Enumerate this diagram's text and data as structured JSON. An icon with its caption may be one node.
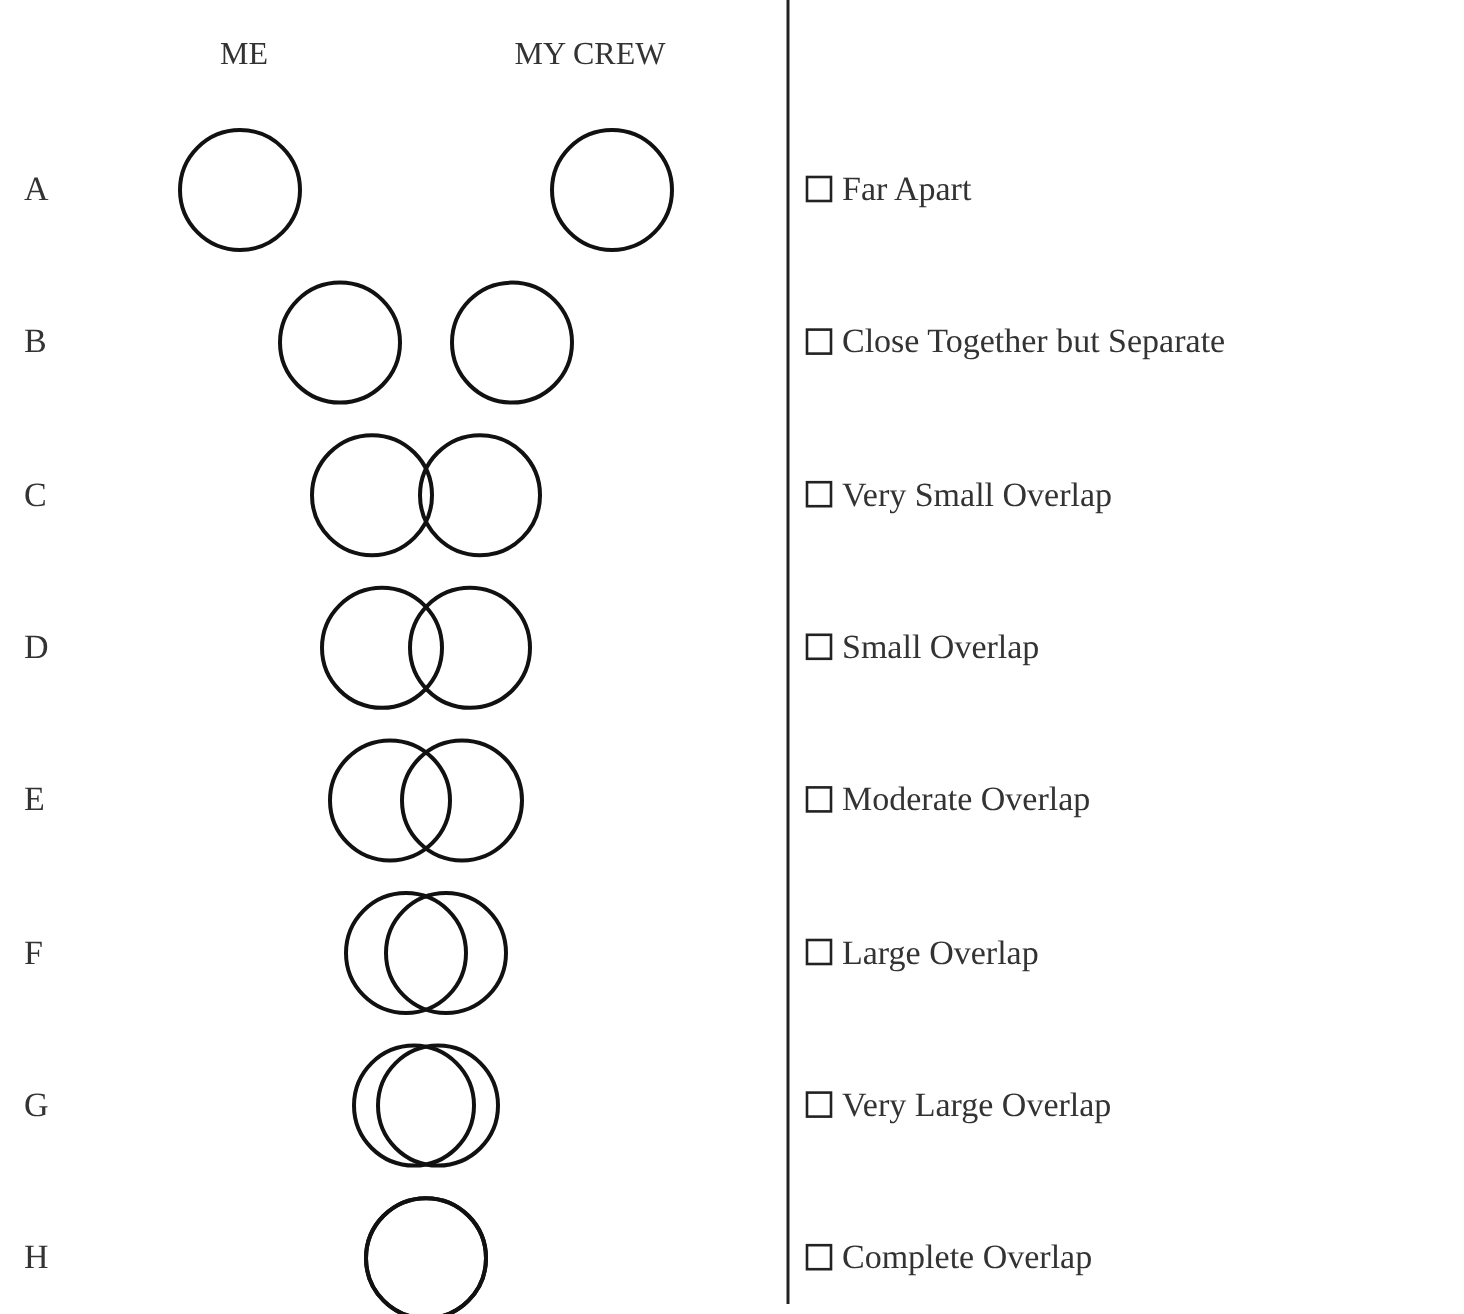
{
  "diagram": {
    "labels": [
      "ME",
      "MY CREW",
      "A",
      "Far Apart",
      "B",
      "Close Together but Separate",
      "C",
      "Very Small Overlap",
      "D",
      "Small Overlap",
      "E",
      "Moderate Overlap",
      "F",
      "Large Overlap",
      "G",
      "Very Large Overlap",
      "H",
      "Complete Overlap"
    ]
  }
}
